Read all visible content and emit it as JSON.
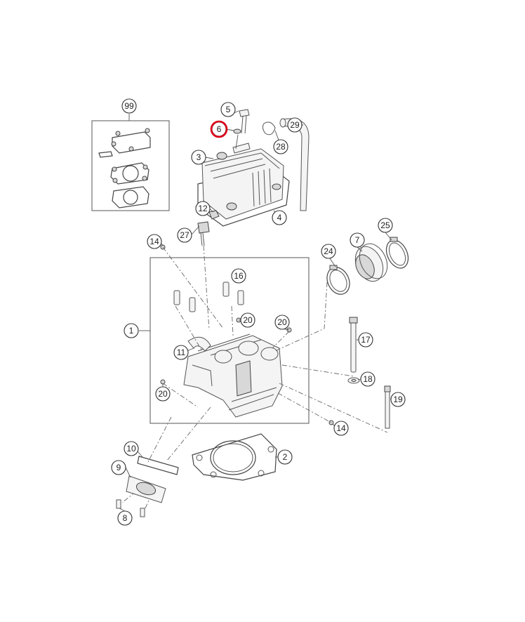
{
  "diagram": {
    "callouts": [
      {
        "key": "c99",
        "label": "99"
      },
      {
        "key": "c5",
        "label": "5"
      },
      {
        "key": "c6",
        "label": "6",
        "highlighted": true
      },
      {
        "key": "c29",
        "label": "29"
      },
      {
        "key": "c28",
        "label": "28"
      },
      {
        "key": "c3",
        "label": "3"
      },
      {
        "key": "c12",
        "label": "12"
      },
      {
        "key": "c4",
        "label": "4"
      },
      {
        "key": "c27",
        "label": "27"
      },
      {
        "key": "c14a",
        "label": "14"
      },
      {
        "key": "c16",
        "label": "16"
      },
      {
        "key": "c24",
        "label": "24"
      },
      {
        "key": "c7",
        "label": "7"
      },
      {
        "key": "c25",
        "label": "25"
      },
      {
        "key": "c1",
        "label": "1"
      },
      {
        "key": "c20a",
        "label": "20"
      },
      {
        "key": "c20b",
        "label": "20"
      },
      {
        "key": "c11",
        "label": "11"
      },
      {
        "key": "c17",
        "label": "17"
      },
      {
        "key": "c20c",
        "label": "20"
      },
      {
        "key": "c18",
        "label": "18"
      },
      {
        "key": "c19",
        "label": "19"
      },
      {
        "key": "c14b",
        "label": "14"
      },
      {
        "key": "c10",
        "label": "10"
      },
      {
        "key": "c2",
        "label": "2"
      },
      {
        "key": "c9",
        "label": "9"
      },
      {
        "key": "c8",
        "label": "8"
      }
    ],
    "highlight_color": "#e0001a",
    "line_color": "#555555"
  }
}
